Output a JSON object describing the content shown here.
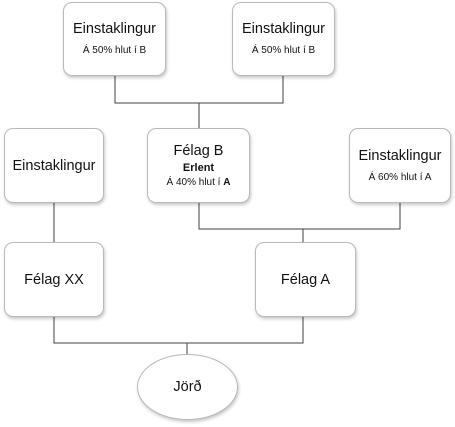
{
  "nodes": {
    "top_left": {
      "title": "Einstaklingur",
      "note": "Á 50% hlut í B"
    },
    "top_right": {
      "title": "Einstaklingur",
      "note": "Á 50% hlut í B"
    },
    "mid_left": {
      "title": "Einstaklingur"
    },
    "felag_b": {
      "title": "Félag B",
      "tag": "Erlent",
      "note_prefix": "Á 40% hlut í ",
      "note_bold": "A"
    },
    "mid_right": {
      "title": "Einstaklingur",
      "note": "Á 60% hlut í A"
    },
    "felag_xx": {
      "title": "Félag XX"
    },
    "felag_a": {
      "title": "Félag A"
    },
    "jord": {
      "title": "Jörð"
    }
  },
  "colors": {
    "line": "#404040",
    "border": "#b9b9b9",
    "background": "#ffffff"
  }
}
